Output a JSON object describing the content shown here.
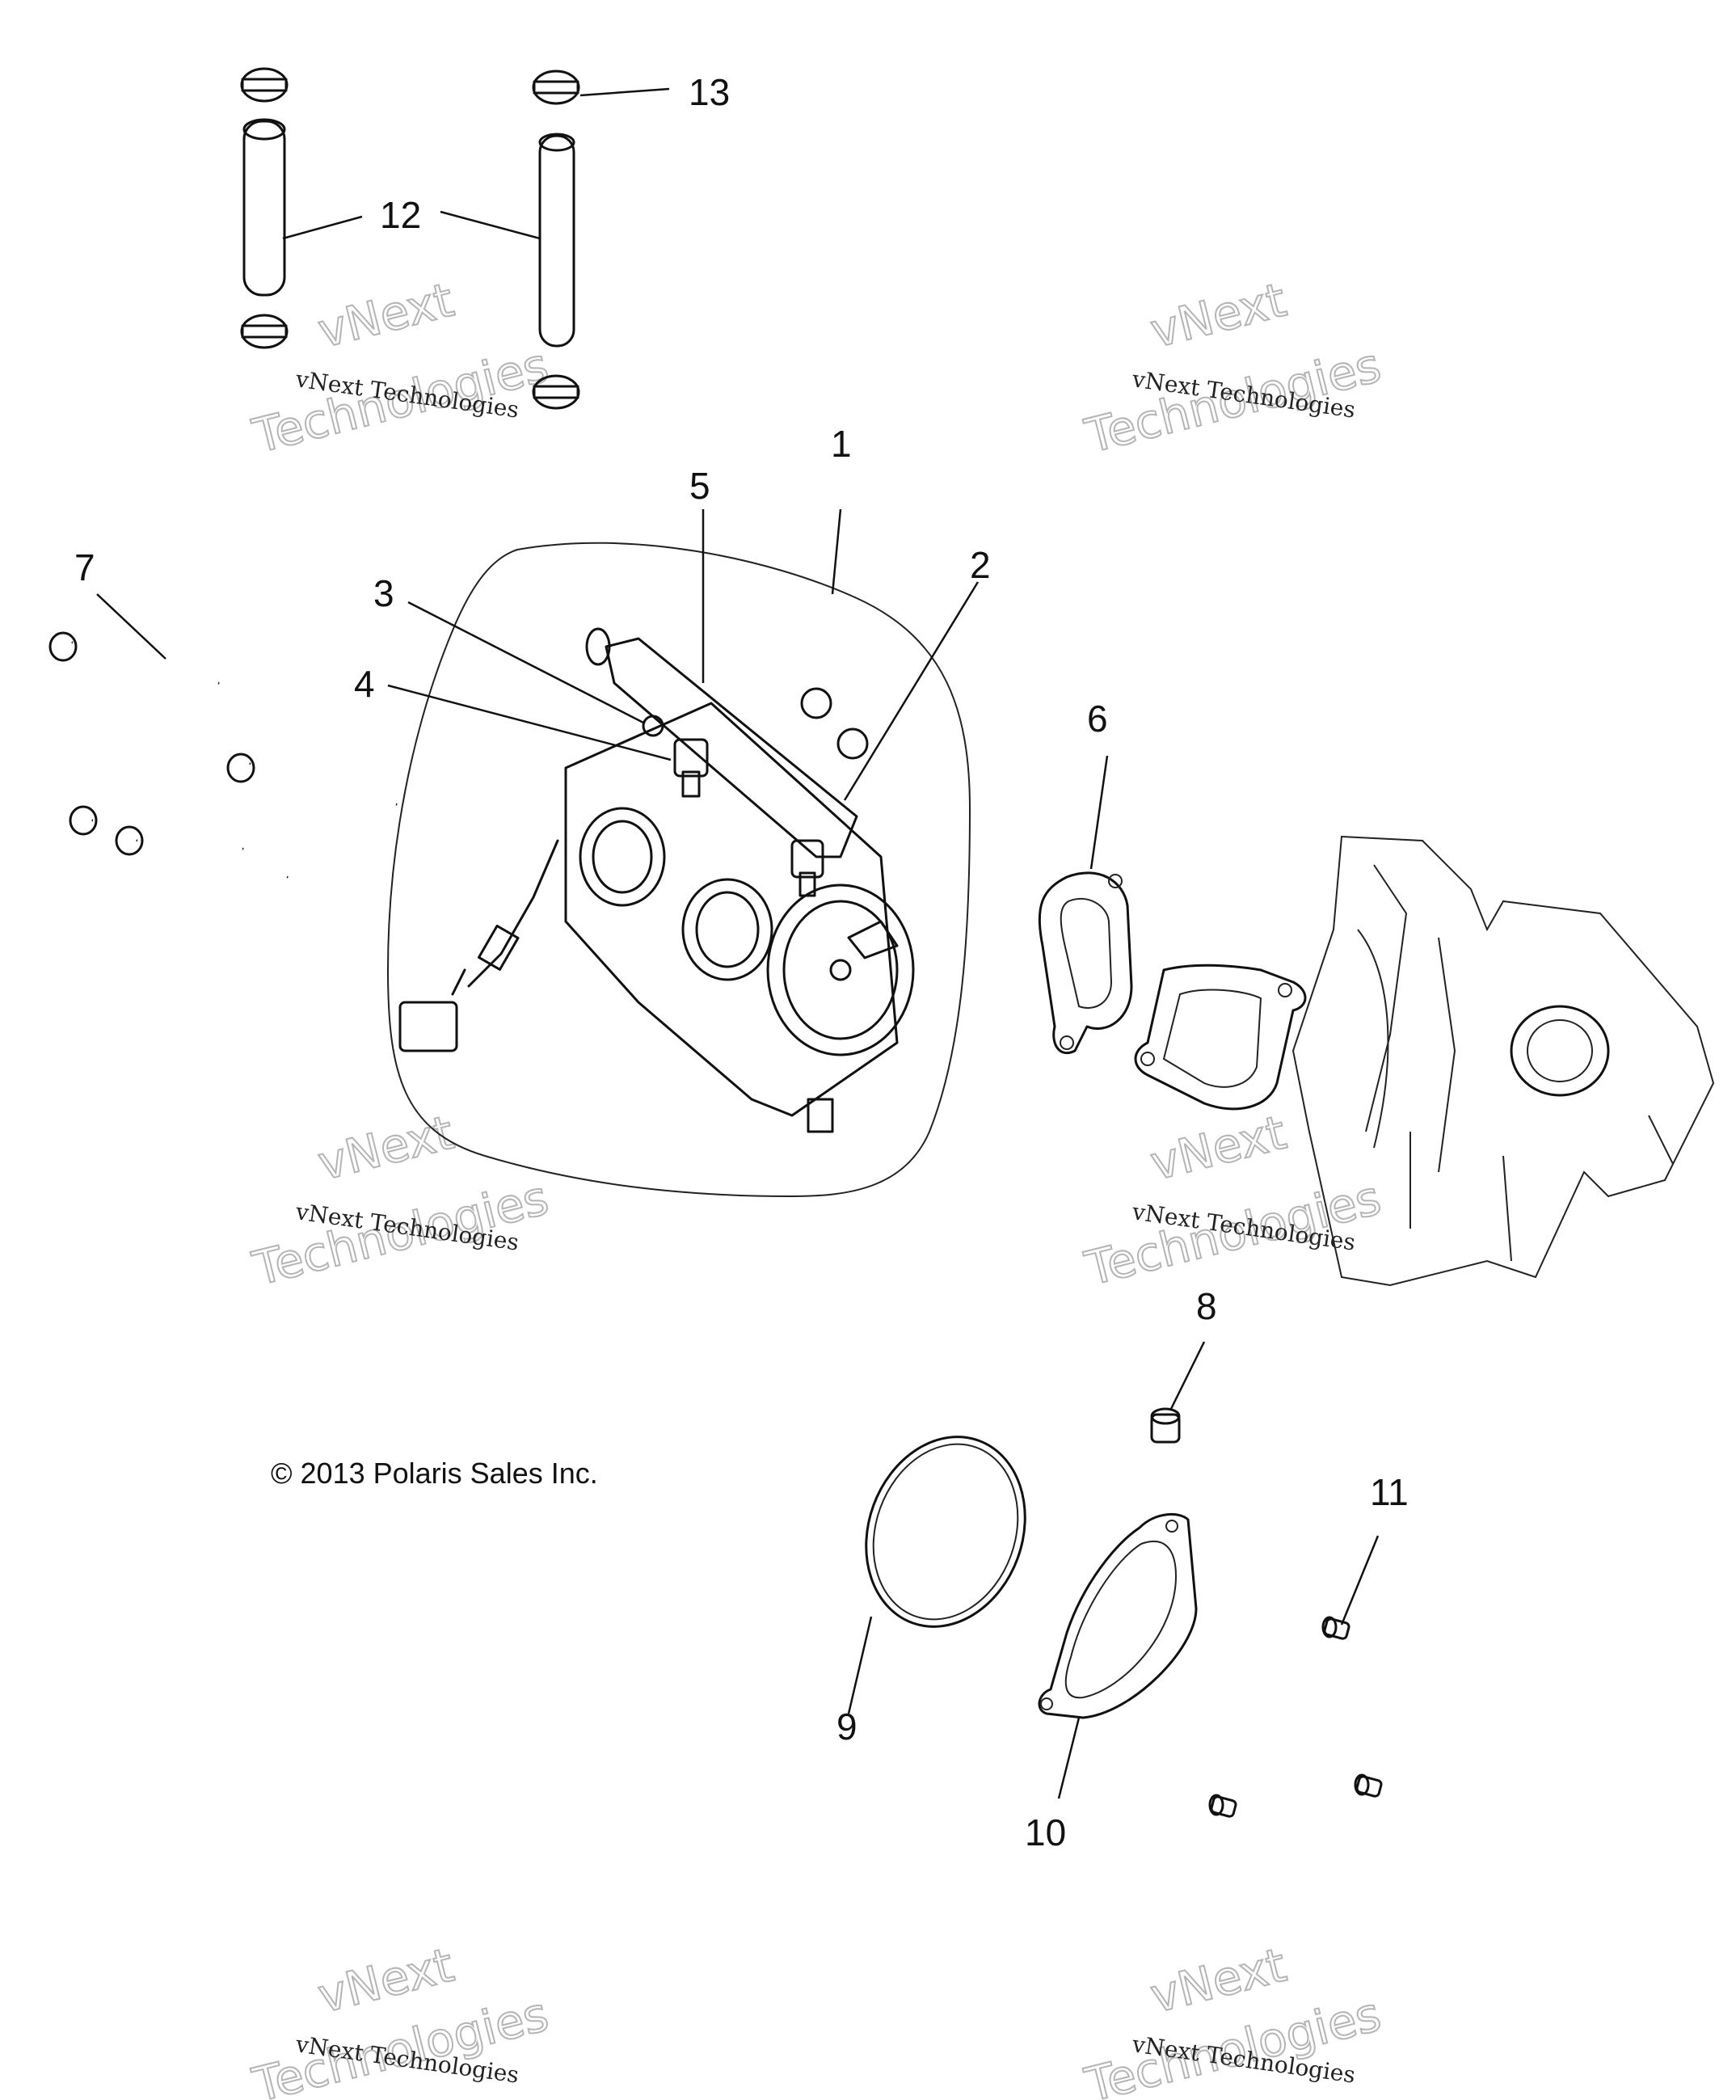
{
  "callouts": [
    "1",
    "2",
    "3",
    "4",
    "5",
    "6",
    "7",
    "8",
    "9",
    "10",
    "11",
    "12",
    "13"
  ],
  "copyright": "© 2013 Polaris Sales Inc.",
  "watermark": {
    "line1": "vNext Technologies",
    "line2": "vNext",
    "line3": "Technologies"
  }
}
